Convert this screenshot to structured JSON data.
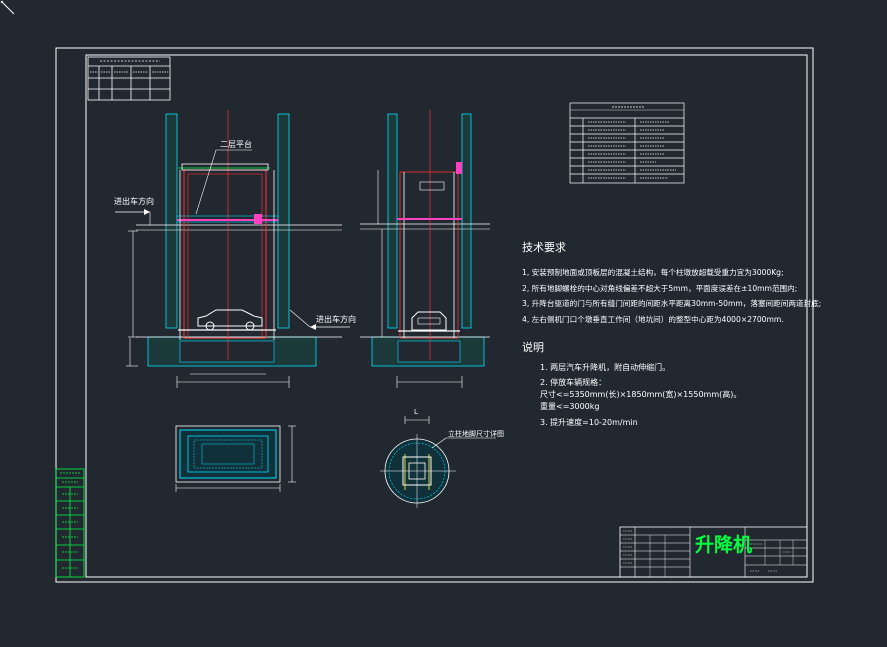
{
  "drawing": {
    "title_block": {
      "title": "升降机"
    },
    "notes": {
      "tech_heading": "技术要求",
      "tech_items": [
        "1, 安装预制地面或顶板层的混凝土结构，每个柱墩放超载受重力宜为3000Kg;",
        "2, 所有地脚螺栓的中心对角线偏差不超大于5mm，平面度误差在±10mm范围内;",
        "3, 升降台驱道的门与所有缝门间距的间距水平距离30mm-50mm，落塞间距间两道封底;",
        "4, 左右侧机门口个墩垂直工作间（地坑间）的整型中心距为4000×2700mm."
      ],
      "desc_heading": "说明",
      "desc_items": [
        "1. 两层汽车升降机，附自动伸缩门。",
        "2. 停放车辆规格：",
        "尺寸<=5350mm(长)×1850mm(宽)×1550mm(高)。",
        "重量<=3000kg",
        "3. 提升速度=10-20m/min"
      ]
    },
    "labels": {
      "second_floor_platform": "二层平台",
      "entry_dir_upper": "进出车方向",
      "entry_dir_lower": "进出车方向",
      "foundation_note": "立柱地脚尺寸详图",
      "section_mark": "L"
    }
  }
}
